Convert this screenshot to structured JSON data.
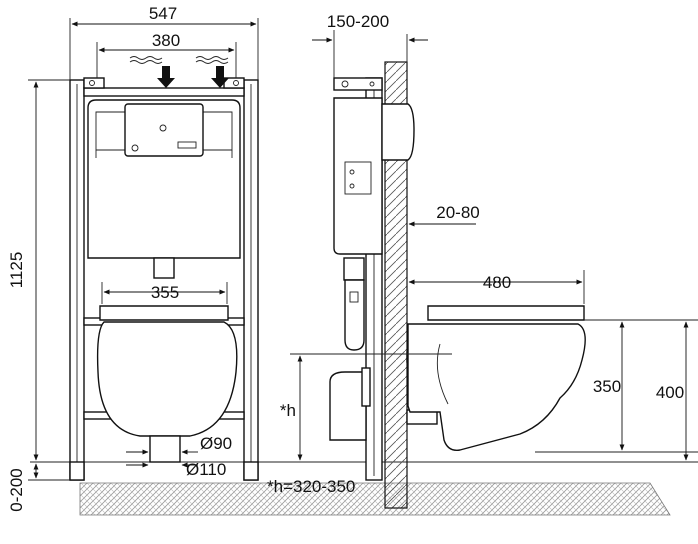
{
  "front_view": {
    "width_overall": "547",
    "width_inner": "380",
    "height_frame": "1125",
    "bowl_width": "355",
    "pipe_d1": "Ø90",
    "pipe_d2": "Ø110",
    "floor_offset": "0-200"
  },
  "side_view": {
    "depth_frame": "150-200",
    "wall_gap": "20-80",
    "bowl_projection": "480",
    "seat_height_min": "350",
    "seat_height_max": "400",
    "height_var_label": "*h",
    "height_var_note": "*h=320-350"
  },
  "colors": {
    "line": "#111111",
    "hatch_floor": "#9a9a9a",
    "hatch_wall": "#555555"
  }
}
